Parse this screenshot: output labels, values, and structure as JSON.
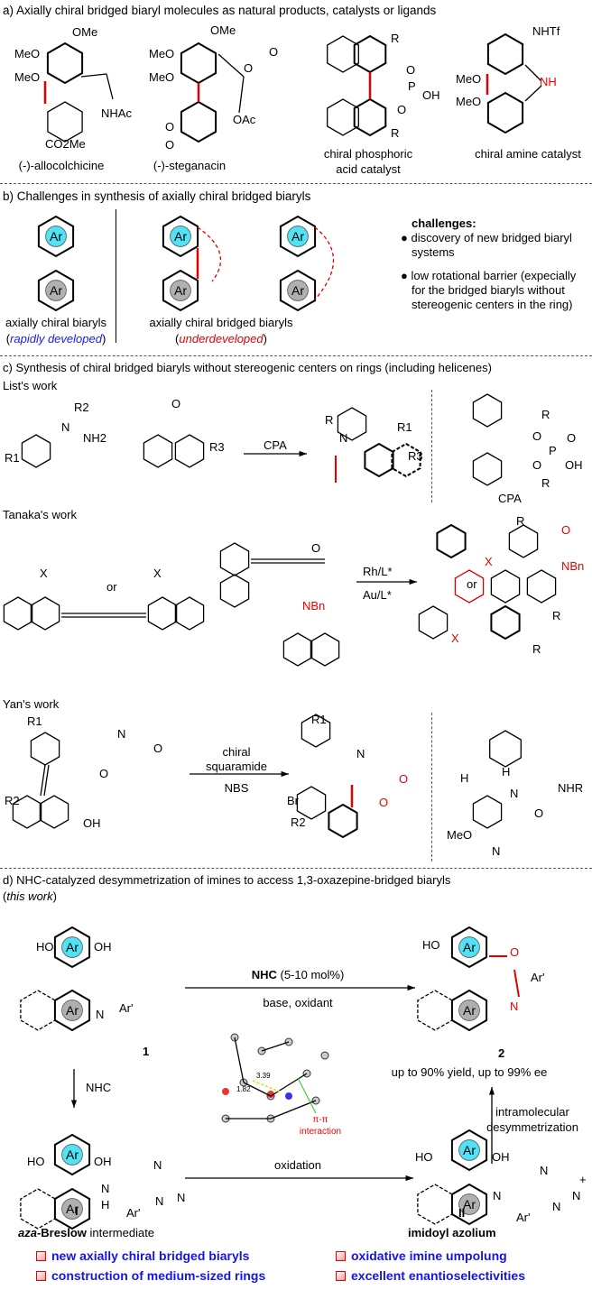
{
  "section_a": {
    "title": "a) Axially chiral bridged biaryl molecules as natural products, catalysts or ligands",
    "labels": [
      "(-)-allocolchicine",
      "(-)-steganacin",
      "chiral phosphoric",
      "acid catalyst",
      "chiral amine catalyst"
    ],
    "atoms": [
      "OMe",
      "MeO",
      "MeO",
      "NHAc",
      "CO2Me",
      "OMe",
      "MeO",
      "MeO",
      "O",
      "OAc",
      "R",
      "R",
      "O",
      "P",
      "OH",
      "NHTf",
      "MeO",
      "MeO",
      "NH",
      "O",
      "O",
      "O",
      "O"
    ]
  },
  "section_b": {
    "title": "b) Challenges in synthesis of axially chiral bridged biaryls",
    "left_label": "axially chiral biaryls",
    "left_note": "rapidly developed",
    "mid_label": "axially chiral bridged biaryls",
    "mid_note": "underdeveloped",
    "challenges_title": "challenges:",
    "challenges": [
      "discovery of new bridged biaryl",
      "systems",
      "low rotational barrier (expecially",
      "for the bridged biaryls without",
      "stereogenic centers in the ring)"
    ],
    "ring_label": "Ar"
  },
  "section_c": {
    "title": "c) Synthesis of chiral bridged biaryls without stereogenic centers on rings (including helicenes)",
    "lists_work": "List's work",
    "tanakas_work": "Tanaka's work",
    "yans_work": "Yan's work",
    "cpa": "CPA",
    "cpa_label": "CPA",
    "rh": "Rh/L*",
    "au": "Au/L*",
    "or": "or",
    "squaramide": "chiral",
    "squaramide2": "squaramide",
    "nbs": "NBS",
    "atoms": [
      "R",
      "R2",
      "N",
      "NH2",
      "R1",
      "O",
      "R3",
      "N",
      "R1",
      "R3",
      "R",
      "O",
      "P",
      "O",
      "O",
      "OH",
      "R",
      "X",
      "X",
      "NBn",
      "O",
      "X",
      "X",
      "R",
      "R",
      "O",
      "NBn",
      "R",
      "N",
      "O",
      "O",
      "R1",
      "R2",
      "OH",
      "N",
      "Br",
      "R2",
      "O",
      "O",
      "R1",
      "H",
      "N",
      "H",
      "O",
      "NHR",
      "MeO",
      "N"
    ]
  },
  "section_d": {
    "title": "d) NHC-catalyzed desymmetrization of imines to access 1,3-oxazepine-bridged biaryls",
    "subtitle": "this work",
    "reagent_bold": "NHC",
    "reagent_rest": "(5-10 mol%)",
    "conditions": "base, oxidant",
    "compound1": "1",
    "compound2": "2",
    "result": "up to 90% yield, up to 99% ee",
    "nhc": "NHC",
    "oxidation": "oxidation",
    "intramolecular": "intramolecular",
    "desymmetrization": "desymmetrization",
    "int1": "I",
    "int2": "II",
    "aza_italic": "aza",
    "aza_rest": "-Breslow",
    "intermediate": "intermediate",
    "imidoyl": "imidoyl azolium",
    "d1": "3.39",
    "d2": "1.82",
    "pi": "π-π",
    "interaction": "interaction",
    "atoms": [
      "HO",
      "OH",
      "N",
      "Ar'",
      "HO",
      "O",
      "N",
      "Ar'",
      "HO",
      "OH",
      "H",
      "N",
      "Ar'",
      "N",
      "N",
      "N",
      "HO",
      "OH",
      "N",
      "Ar'",
      "N",
      "N",
      "N",
      "+"
    ],
    "bullets": [
      "new axially chiral bridged biaryls",
      "oxidative imine umpolung",
      "construction of medium-sized rings",
      "excellent enantioselectivities"
    ]
  },
  "colors": {
    "red": "#e00000",
    "blue": "#1a1aff",
    "cyan": "#4fe3f5",
    "gray": "#b0b0b0"
  }
}
